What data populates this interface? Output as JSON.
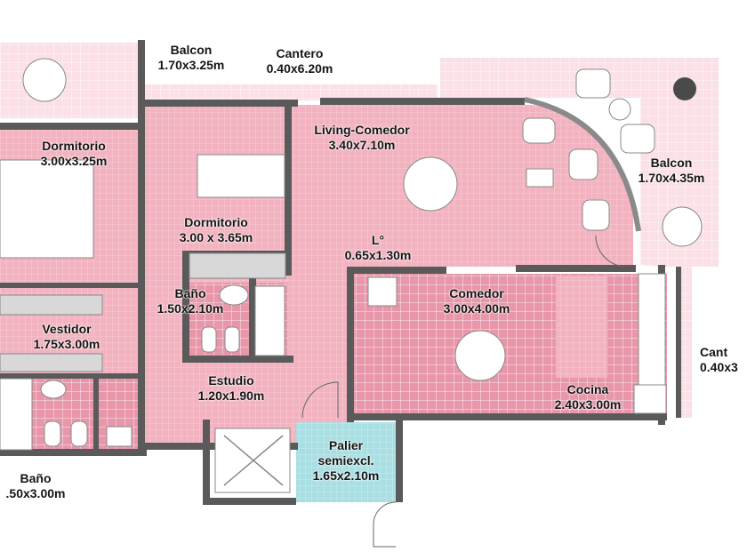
{
  "colors": {
    "wall": "#5a5a5a",
    "floor": "#f2b2bf",
    "floor_dark": "#e896a9",
    "tile": "#f7d3db",
    "balcony_floor": "#fbe0e6",
    "lobby": "#a9dfe3",
    "fixture": "#ffffff",
    "fixture_stroke": "#888888"
  },
  "rooms": {
    "balcon_top": {
      "name": "Balcon",
      "dims": "1.70x3.25m"
    },
    "cantero_top": {
      "name": "Cantero",
      "dims": "0.40x6.20m"
    },
    "living": {
      "name": "Living-Comedor",
      "dims": "3.40x7.10m"
    },
    "balcon_right": {
      "name": "Balcon",
      "dims": "1.70x4.35m"
    },
    "dormitorio_1": {
      "name": "Dormitorio",
      "dims": "3.00x3.25m"
    },
    "dormitorio_2": {
      "name": "Dormitorio",
      "dims": "3.00 x 3.65m"
    },
    "lavadero": {
      "name": "L°",
      "dims": "0.65x1.30m"
    },
    "bano_center": {
      "name": "Baño",
      "dims": "1.50x2.10m"
    },
    "comedor": {
      "name": "Comedor",
      "dims": "3.00x4.00m"
    },
    "vestidor": {
      "name": "Vestidor",
      "dims": "1.75x3.00m"
    },
    "cantero_right": {
      "name": "Cant",
      "dims": "0.40x3"
    },
    "estudio": {
      "name": "Estudio",
      "dims": "1.20x1.90m"
    },
    "cocina": {
      "name": "Cocina",
      "dims": "2.40x3.00m"
    },
    "palier": {
      "name": "Palier",
      "dims1": "semiexcl.",
      "dims": "1.65x2.10m"
    },
    "bano_bottom": {
      "name": "Baño",
      "dims": ".50x3.00m"
    }
  }
}
